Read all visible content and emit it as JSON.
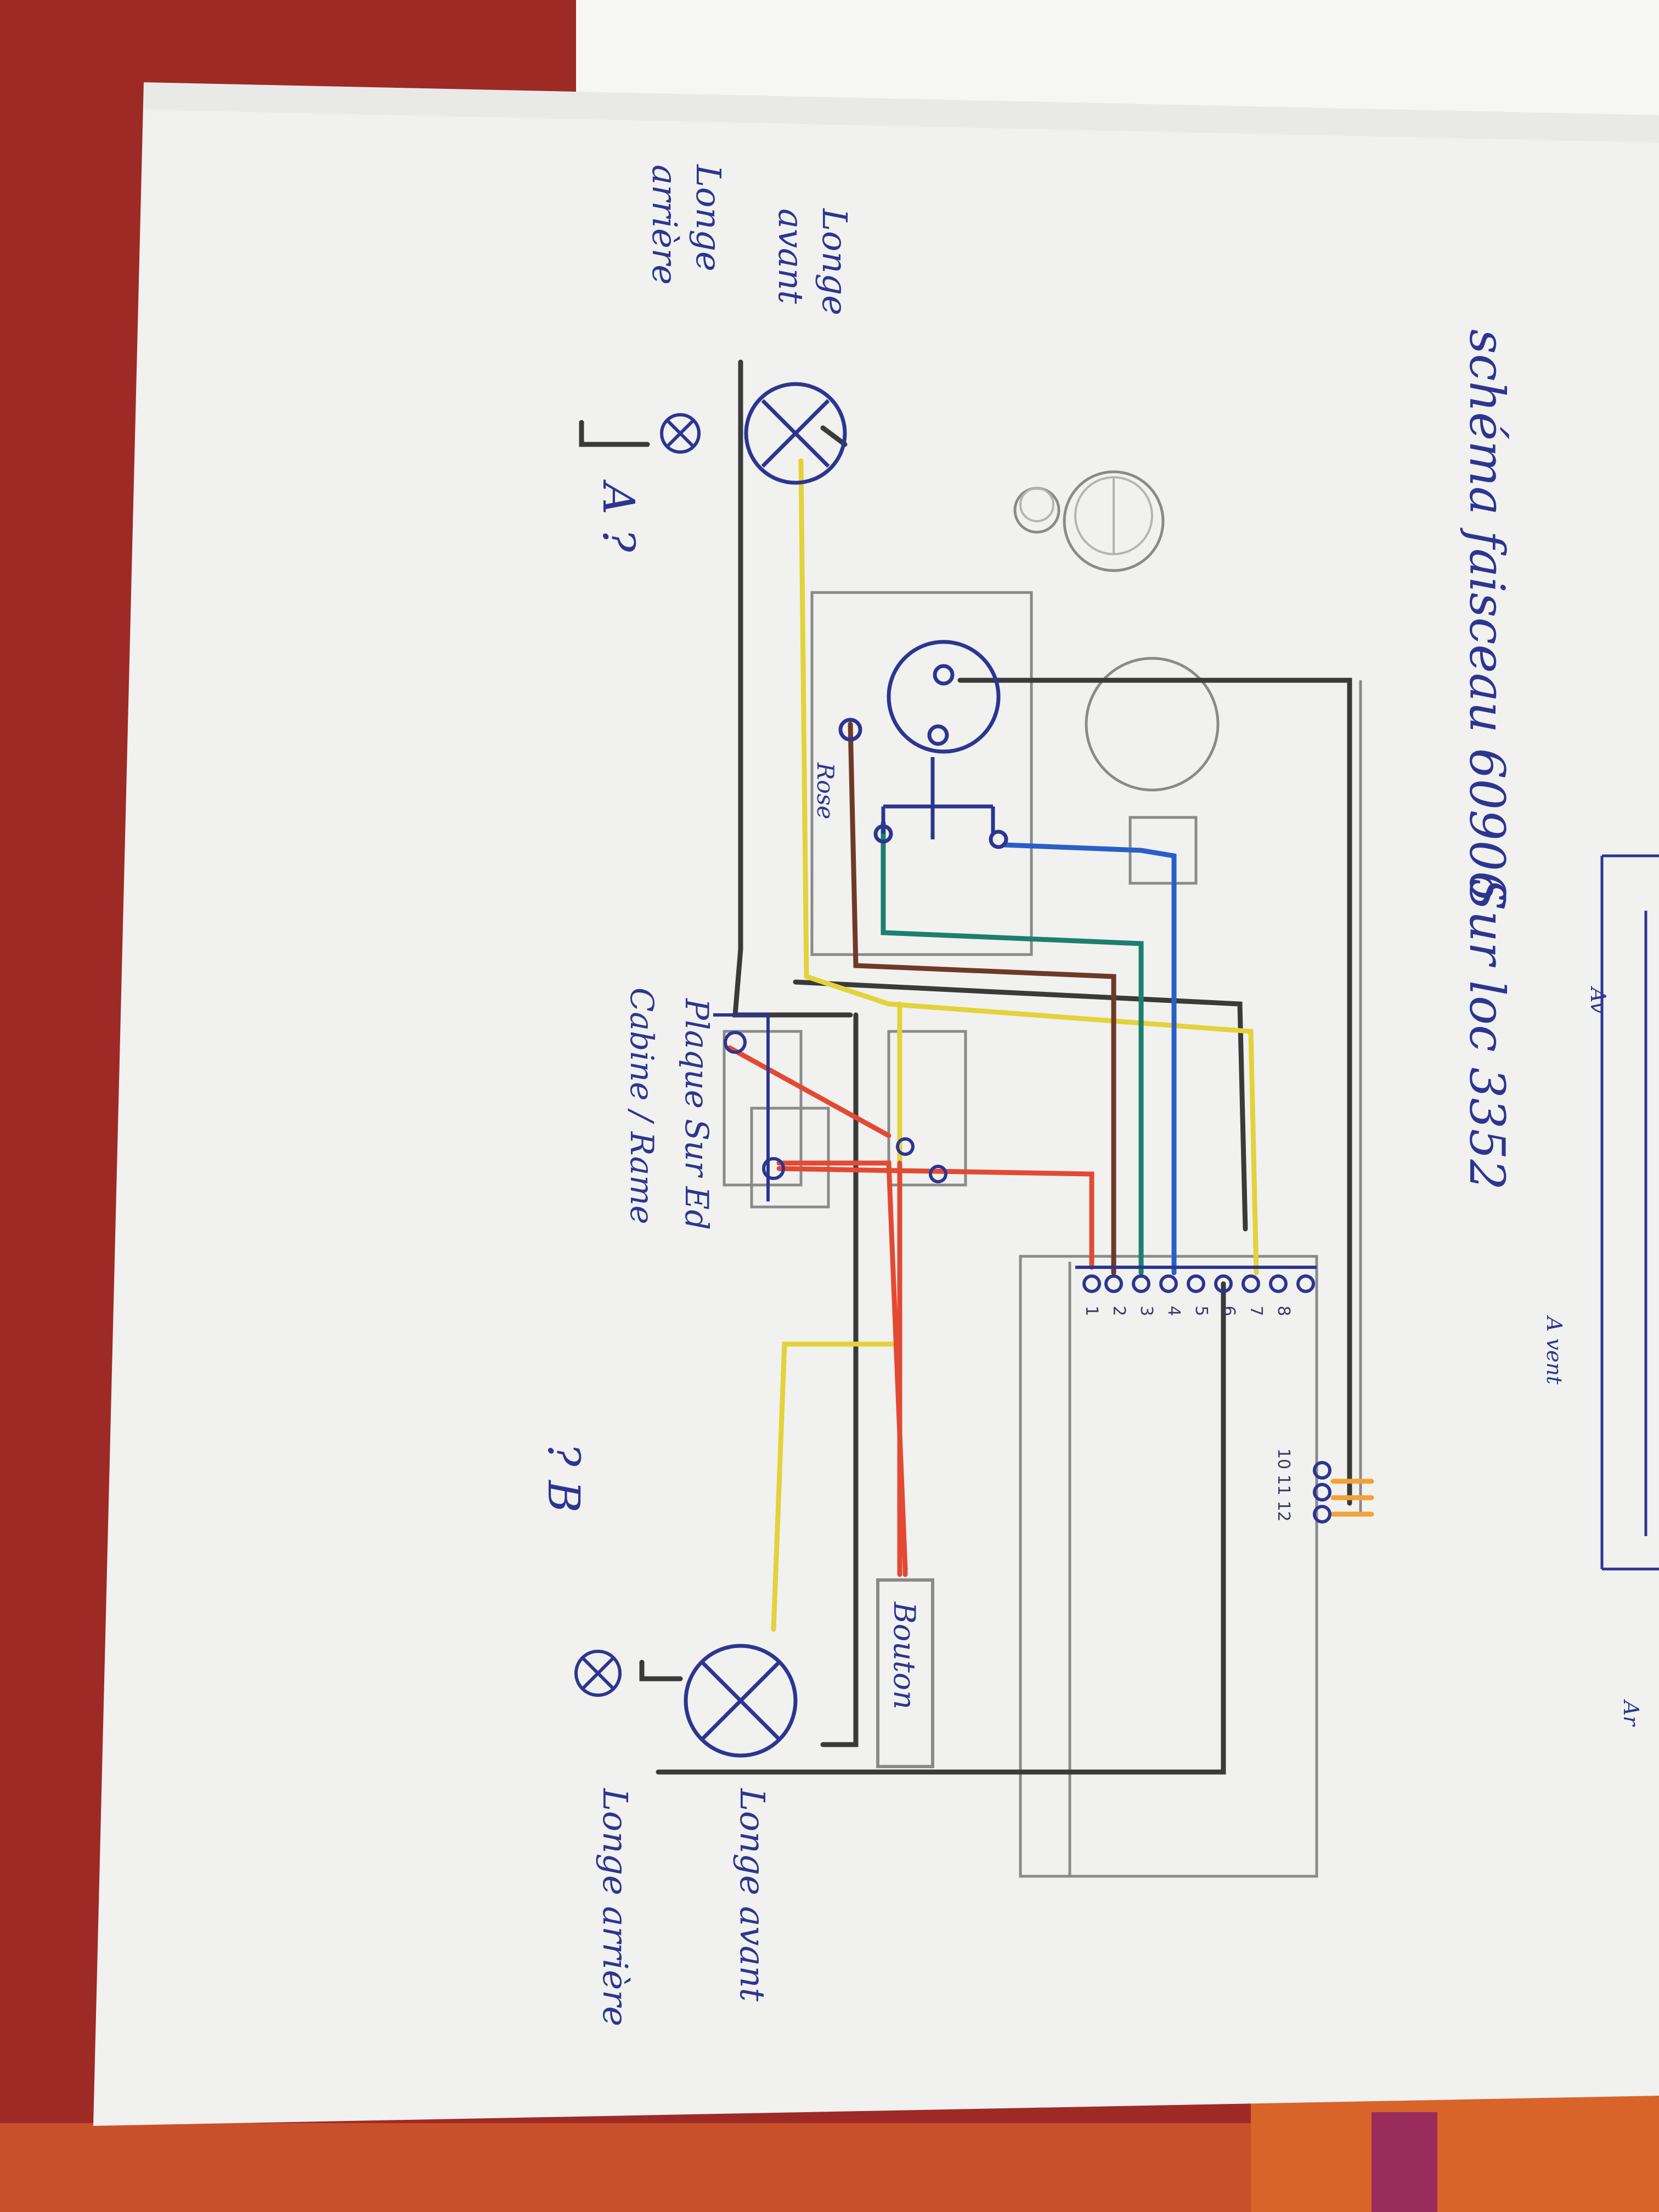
{
  "photo": {
    "subject": "hand-drawn wiring diagram on paper, photographed rotated 90°",
    "background_colors": {
      "tablecloth": "#9e2a26",
      "tablecloth_stripe": "#d8642a",
      "paper": "#f1f1ef",
      "back_sheet": "#f6f6f4"
    }
  },
  "diagram": {
    "title": "schéma faisceau 60906",
    "subtitle": "Sur loc 3352",
    "bottom_sheet_labels": [
      "Av",
      "A vent",
      "Ar"
    ],
    "lamps": {
      "top_label_line1": "Longe",
      "top_label_line2": "avant",
      "top_label2_line1": "Longe",
      "top_label2_line2": "arrière",
      "bottom_label1": "Longe avant",
      "bottom_label2": "Longe arrière"
    },
    "unknown_marks": {
      "a": "A ?",
      "b": "? B"
    },
    "rose_label": "Rose",
    "plaque_label_line1": "Plaque Sur Ed",
    "plaque_label_line2": "Cabine / Rame",
    "button_label": "Bouton",
    "terminal_numbers_left": [
      "1",
      "2",
      "3",
      "4",
      "5",
      "6",
      "7",
      "8"
    ],
    "terminal_numbers_right": "10 11 12",
    "wire_colors": {
      "yellow": "#e3d23a",
      "blue": "#2a5fc8",
      "green": "#1d7f6e",
      "brown": "#6e3a28",
      "red": "#e24a33",
      "black": "#3a3a3a",
      "orange": "#f2a23a",
      "pencil": "#8a8a8a",
      "ink": "#2d3590"
    }
  }
}
